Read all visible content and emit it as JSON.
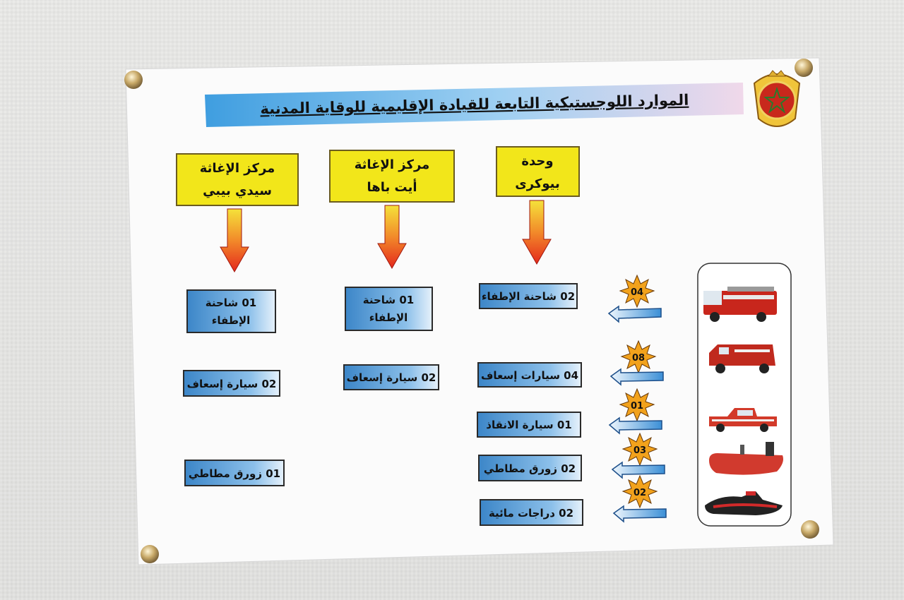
{
  "poster": {
    "title": "الموارد اللوجستيكية التابعة للقيادة الإقليمية للوقاية المدنية",
    "units": [
      {
        "line1": "مركز الإغاثة",
        "line2": "سيدي بيبي"
      },
      {
        "line1": "مركز الإغاثة",
        "line2": "أيت باها"
      },
      {
        "line1": "وحدة",
        "line2": "بيوكرى"
      }
    ],
    "col_sidi_bibi": [
      {
        "line1": "01 شاحنة",
        "line2": "الإطفاء"
      },
      {
        "text": "02 سيارة إسعاف"
      },
      {
        "text": "01 زورق مطاطي"
      }
    ],
    "col_ait_baha": [
      {
        "line1": "01 شاحنة",
        "line2": "الإطفاء"
      },
      {
        "text": "02 سيارة إسعاف"
      }
    ],
    "col_biougra": [
      {
        "text": "02 شاحنة الإطفاء"
      },
      {
        "text": "04 سيارات إسعاف"
      },
      {
        "text": "01 سيارة الانقاذ"
      },
      {
        "text": "02 زورق مطاطي"
      },
      {
        "text": "02 دراجات مائية"
      }
    ],
    "totals": [
      "04",
      "08",
      "01",
      "03",
      "02"
    ],
    "vehicle_icons": [
      "fire-truck-icon",
      "ambulance-van-icon",
      "rescue-pickup-icon",
      "inflatable-boat-icon",
      "jet-ski-icon"
    ],
    "colors": {
      "yellow_box": "#f2e61a",
      "blue_box": "#4a90d0",
      "arrow_red": "#e8321c",
      "star": "#f2a21c",
      "title_band": "#4ea6e0"
    }
  }
}
